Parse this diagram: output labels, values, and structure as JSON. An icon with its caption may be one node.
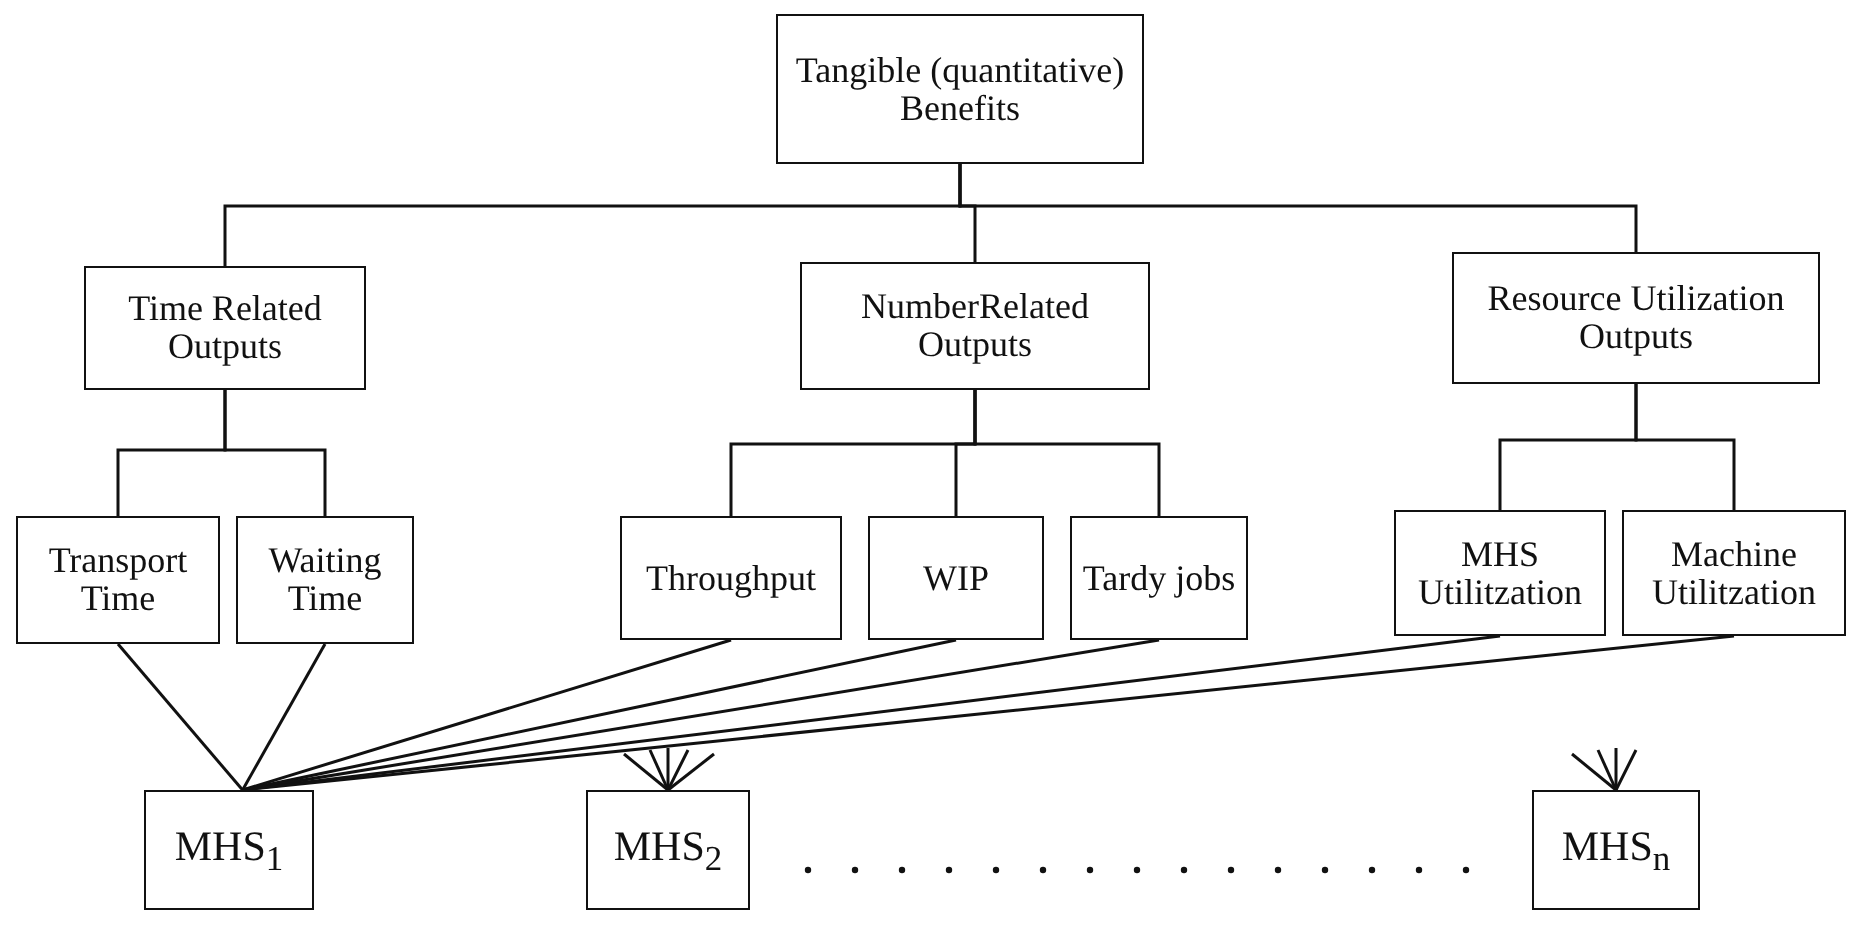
{
  "diagram": {
    "nodes": [
      {
        "text": [
          "Tangible (quantitative) Benefits"
        ]
      },
      {
        "text": [
          "Time Related Outputs"
        ]
      },
      {
        "text": [
          "NumberRelated Outputs"
        ]
      },
      {
        "text": [
          "Resource Utilization Outputs"
        ]
      },
      {
        "text": [
          "Transport Time"
        ]
      },
      {
        "text": [
          "Waiting Time"
        ]
      },
      {
        "text": [
          "Throughput"
        ]
      },
      {
        "text": [
          "WIP"
        ]
      },
      {
        "text": [
          "Tardy jobs"
        ]
      },
      {
        "text": [
          "MHS Utilitzation"
        ]
      },
      {
        "text": [
          "Machine Utilitzation"
        ]
      },
      {
        "text": [
          "MHS$_{1}$"
        ]
      },
      {
        "text": [
          "MHS$_{2}$"
        ]
      },
      {
        "text": [
          "MHS$_{n}$"
        ]
      }
    ],
    "edges": [
      {
        "from": 0,
        "to": 1,
        "arrow": "none"
      },
      {
        "from": 0,
        "to": 2,
        "arrow": "none"
      },
      {
        "from": 0,
        "to": 3,
        "arrow": "none"
      },
      {
        "from": 1,
        "to": 4,
        "arrow": "none"
      },
      {
        "from": 1,
        "to": 5,
        "arrow": "none"
      },
      {
        "from": 2,
        "to": 6,
        "arrow": "none"
      },
      {
        "from": 2,
        "to": 7,
        "arrow": "none"
      },
      {
        "from": 2,
        "to": 8,
        "arrow": "none"
      },
      {
        "from": 3,
        "to": 9,
        "arrow": "none"
      },
      {
        "from": 3,
        "to": 10,
        "arrow": "none"
      },
      {
        "from": 4,
        "to": 11,
        "arrow": "none"
      },
      {
        "from": 5,
        "to": 11,
        "arrow": "none"
      },
      {
        "from": 6,
        "to": 11,
        "arrow": "none"
      },
      {
        "from": 7,
        "to": 11,
        "arrow": "none"
      },
      {
        "from": 8,
        "to": 11,
        "arrow": "none"
      },
      {
        "from": 9,
        "to": 11,
        "arrow": "none"
      },
      {
        "from": 10,
        "to": 11,
        "arrow": "none"
      },
      {
        "from": null,
        "to": 12,
        "arrow": "none"
      },
      {
        "from": null,
        "to": 12,
        "arrow": "none"
      },
      {
        "from": null,
        "to": 12,
        "arrow": "none"
      },
      {
        "from": null,
        "to": 12,
        "arrow": "none"
      },
      {
        "from": null,
        "to": 12,
        "arrow": "none"
      },
      {
        "from": null,
        "to": 13,
        "arrow": "none"
      },
      {
        "from": null,
        "to": 13,
        "arrow": "none"
      },
      {
        "from": null,
        "to": 13,
        "arrow": "none"
      },
      {
        "from": null,
        "to": 13,
        "arrow": "none"
      }
    ]
  }
}
